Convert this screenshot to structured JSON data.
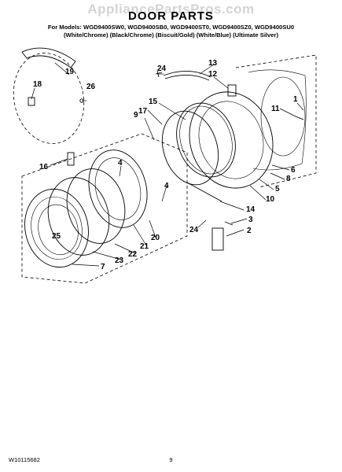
{
  "watermark": "AppliancePartsPros.com",
  "title": "DOOR PARTS",
  "models_line1": "For Models: WGD9400SW0, WGD9400SB0, WGD9400ST0, WGD9400SZ0, WGD9400SU0",
  "models_line2": "(White/Chrome) (Black/Chrome) (Biscuit/Gold) (White/Blue)  (Ultimate Silver)",
  "footer_code": "W10115682",
  "page_number": "9",
  "callouts": [
    "1",
    "2",
    "3",
    "4",
    "4",
    "5",
    "6",
    "7",
    "8",
    "9",
    "10",
    "11",
    "12",
    "13",
    "14",
    "15",
    "16",
    "17",
    "18",
    "19",
    "20",
    "21",
    "22",
    "23",
    "24",
    "24",
    "24",
    "25",
    "26"
  ]
}
